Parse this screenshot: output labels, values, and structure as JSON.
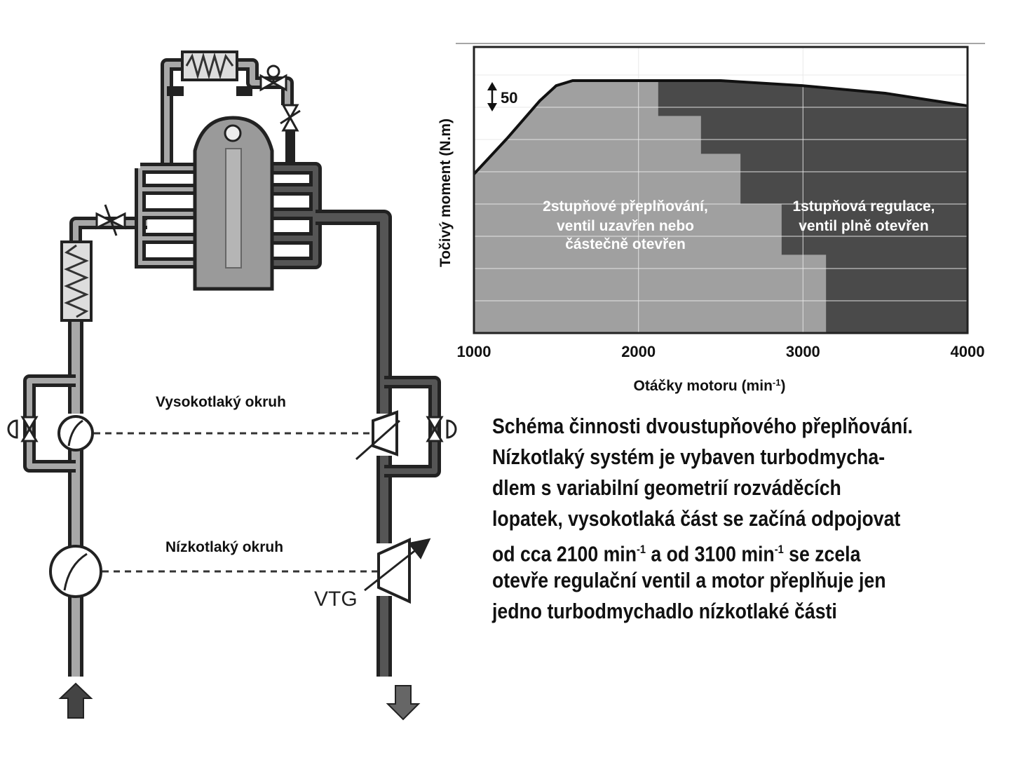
{
  "diagram": {
    "high_pressure_label": "Vysokotlaký okruh",
    "low_pressure_label": "Nízkotlaký okruh",
    "vtg_label": "VTG"
  },
  "chart_data": {
    "type": "area",
    "ylabel": "Točivý moment (N.m)",
    "xlabel": "Otáčky motoru (min",
    "xlabel_sup": "-1",
    "xlabel_end": ")",
    "x_ticks": [
      "1000",
      "2000",
      "3000",
      "4000"
    ],
    "xlim": [
      1000,
      4000
    ],
    "scale_marker": "50",
    "torque_curve": [
      [
        1000,
        0.63
      ],
      [
        1200,
        0.77
      ],
      [
        1400,
        0.92
      ],
      [
        1500,
        0.98
      ],
      [
        1600,
        1.0
      ],
      [
        2500,
        1.0
      ],
      [
        3000,
        0.98
      ],
      [
        3500,
        0.95
      ],
      [
        4000,
        0.9
      ]
    ],
    "boundary_steps": [
      [
        2120,
        0.93
      ],
      [
        2120,
        0.86
      ],
      [
        2380,
        0.86
      ],
      [
        2380,
        0.71
      ],
      [
        2620,
        0.71
      ],
      [
        2620,
        0.51
      ],
      [
        2870,
        0.51
      ],
      [
        2870,
        0.31
      ],
      [
        3140,
        0.31
      ],
      [
        3140,
        0.0
      ]
    ],
    "regions": [
      {
        "name": "2stupňové přeplňování,",
        "line2": "ventil uzavřen nebo",
        "line3": "částečně otevřen",
        "color": "#a0a0a0"
      },
      {
        "name": "1stupňová regulace,",
        "line2": "ventil plně otevřen",
        "line3": "",
        "color": "#4a4a4a"
      }
    ]
  },
  "caption": {
    "line1": "Schéma činnosti dvoustupňového přeplňování.",
    "line2": "Nízkotlaký systém je vybaven turbodmycha-",
    "line3": "dlem s variabilní geometrií rozváděcích",
    "line4": "lopatek, vysokotlaká část se začíná odpojovat",
    "line5a": "od cca 2100 min",
    "line5sup1": "-1",
    "line5b": " a od 3100 min",
    "line5sup2": "-1",
    "line5c": " se zcela",
    "line6": "otevře regulační ventil a motor přeplňuje jen",
    "line7": "jedno turbodmychadlo nízkotlaké části"
  }
}
